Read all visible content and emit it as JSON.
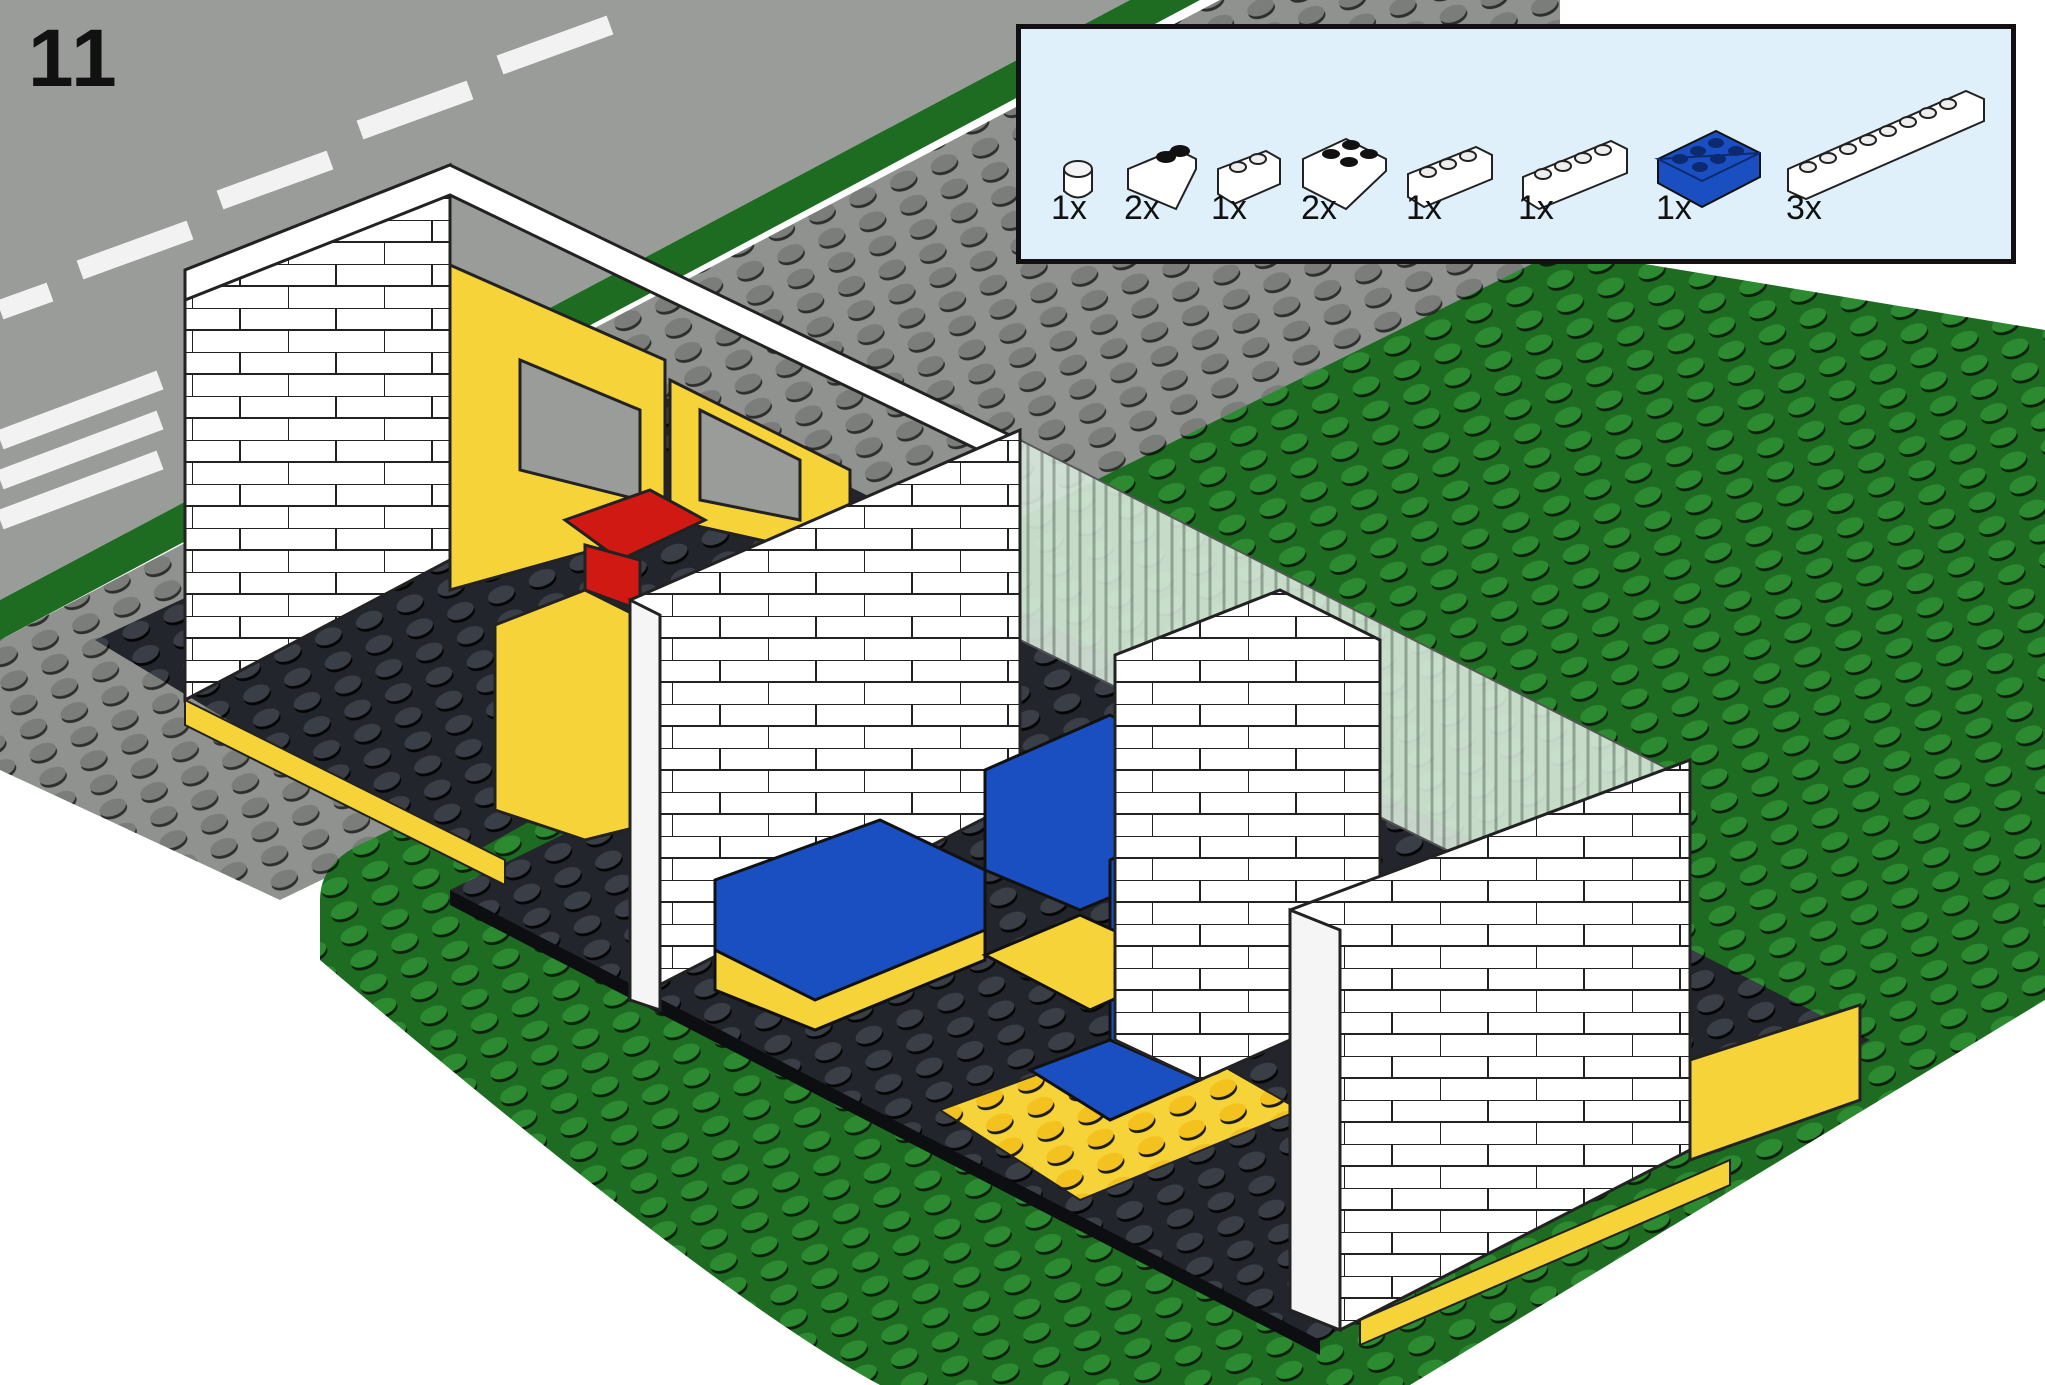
{
  "step": {
    "number": "11"
  },
  "parts_list": {
    "items": [
      {
        "quantity": "1x",
        "color": "#ffffff",
        "icon": "round-plate-1x1-icon"
      },
      {
        "quantity": "2x",
        "color": "#ffffff",
        "icon": "slope-brick-1x2-icon"
      },
      {
        "quantity": "1x",
        "color": "#ffffff",
        "icon": "brick-1x2-icon"
      },
      {
        "quantity": "2x",
        "color": "#ffffff",
        "icon": "slope-brick-2x2-icon"
      },
      {
        "quantity": "1x",
        "color": "#ffffff",
        "icon": "brick-1x3-icon"
      },
      {
        "quantity": "1x",
        "color": "#ffffff",
        "icon": "brick-1x4-icon"
      },
      {
        "quantity": "1x",
        "color": "#1a4fc2",
        "icon": "brick-2x3-icon"
      },
      {
        "quantity": "3x",
        "color": "#ffffff",
        "icon": "brick-1x8-icon"
      }
    ]
  },
  "colors": {
    "road": "#9a9c9a",
    "road_marking": "#f2f2f2",
    "gray_plate": "#8f928f",
    "green_plate": "#1e6b22",
    "black_plate": "#1b1d22",
    "wall_white": "#ffffff",
    "yellow": "#f7d33a",
    "blue": "#1a4fc2",
    "red": "#d01912",
    "glass": "#cfe2d2",
    "panel_bg": "#dff0fb"
  }
}
